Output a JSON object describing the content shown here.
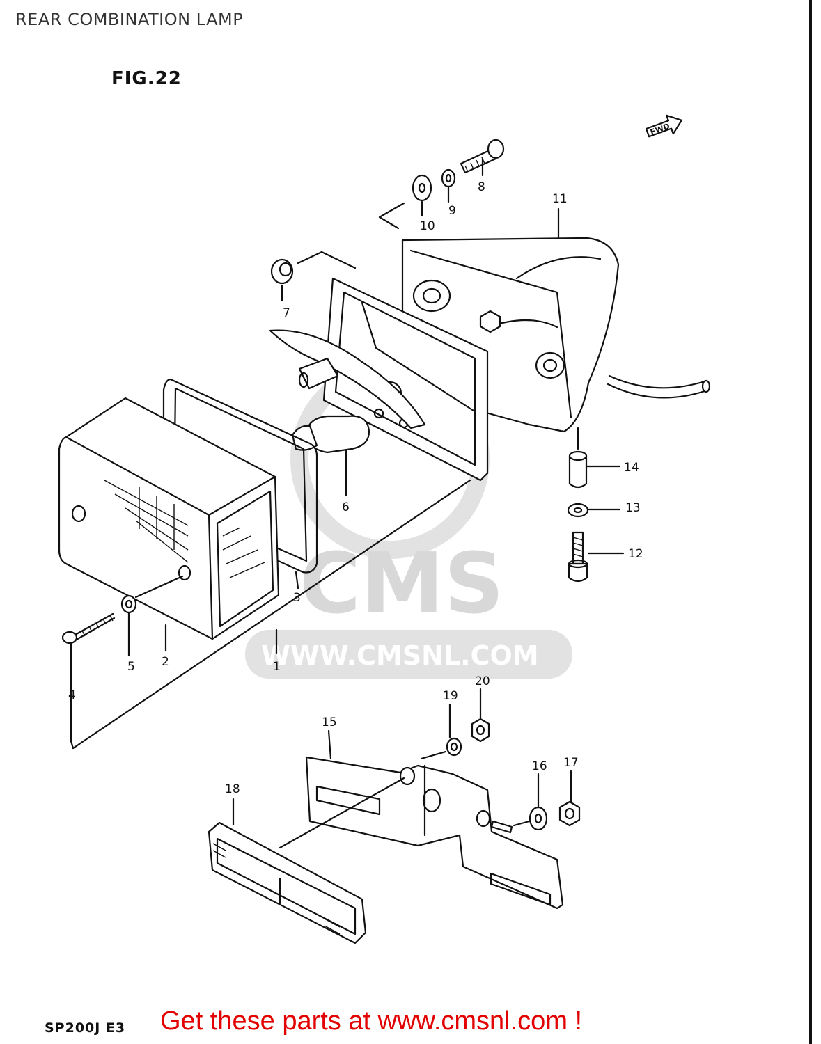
{
  "page": {
    "title": "REAR COMBINATION LAMP",
    "figure": "FIG.22",
    "model": "SP200J  E3",
    "promo": "Get these parts at www.cmsnl.com !",
    "fwd_label": "FWD"
  },
  "watermark": {
    "brand": "CMS",
    "url": "WWW.CMSNL.COM"
  },
  "callouts": [
    "1",
    "2",
    "3",
    "4",
    "5",
    "6",
    "7",
    "8",
    "9",
    "10",
    "11",
    "12",
    "13",
    "14",
    "15",
    "16",
    "17",
    "18",
    "19",
    "20"
  ],
  "colors": {
    "line": "#111111",
    "promo": "#e20000",
    "watermark": "#d8d8d8"
  }
}
